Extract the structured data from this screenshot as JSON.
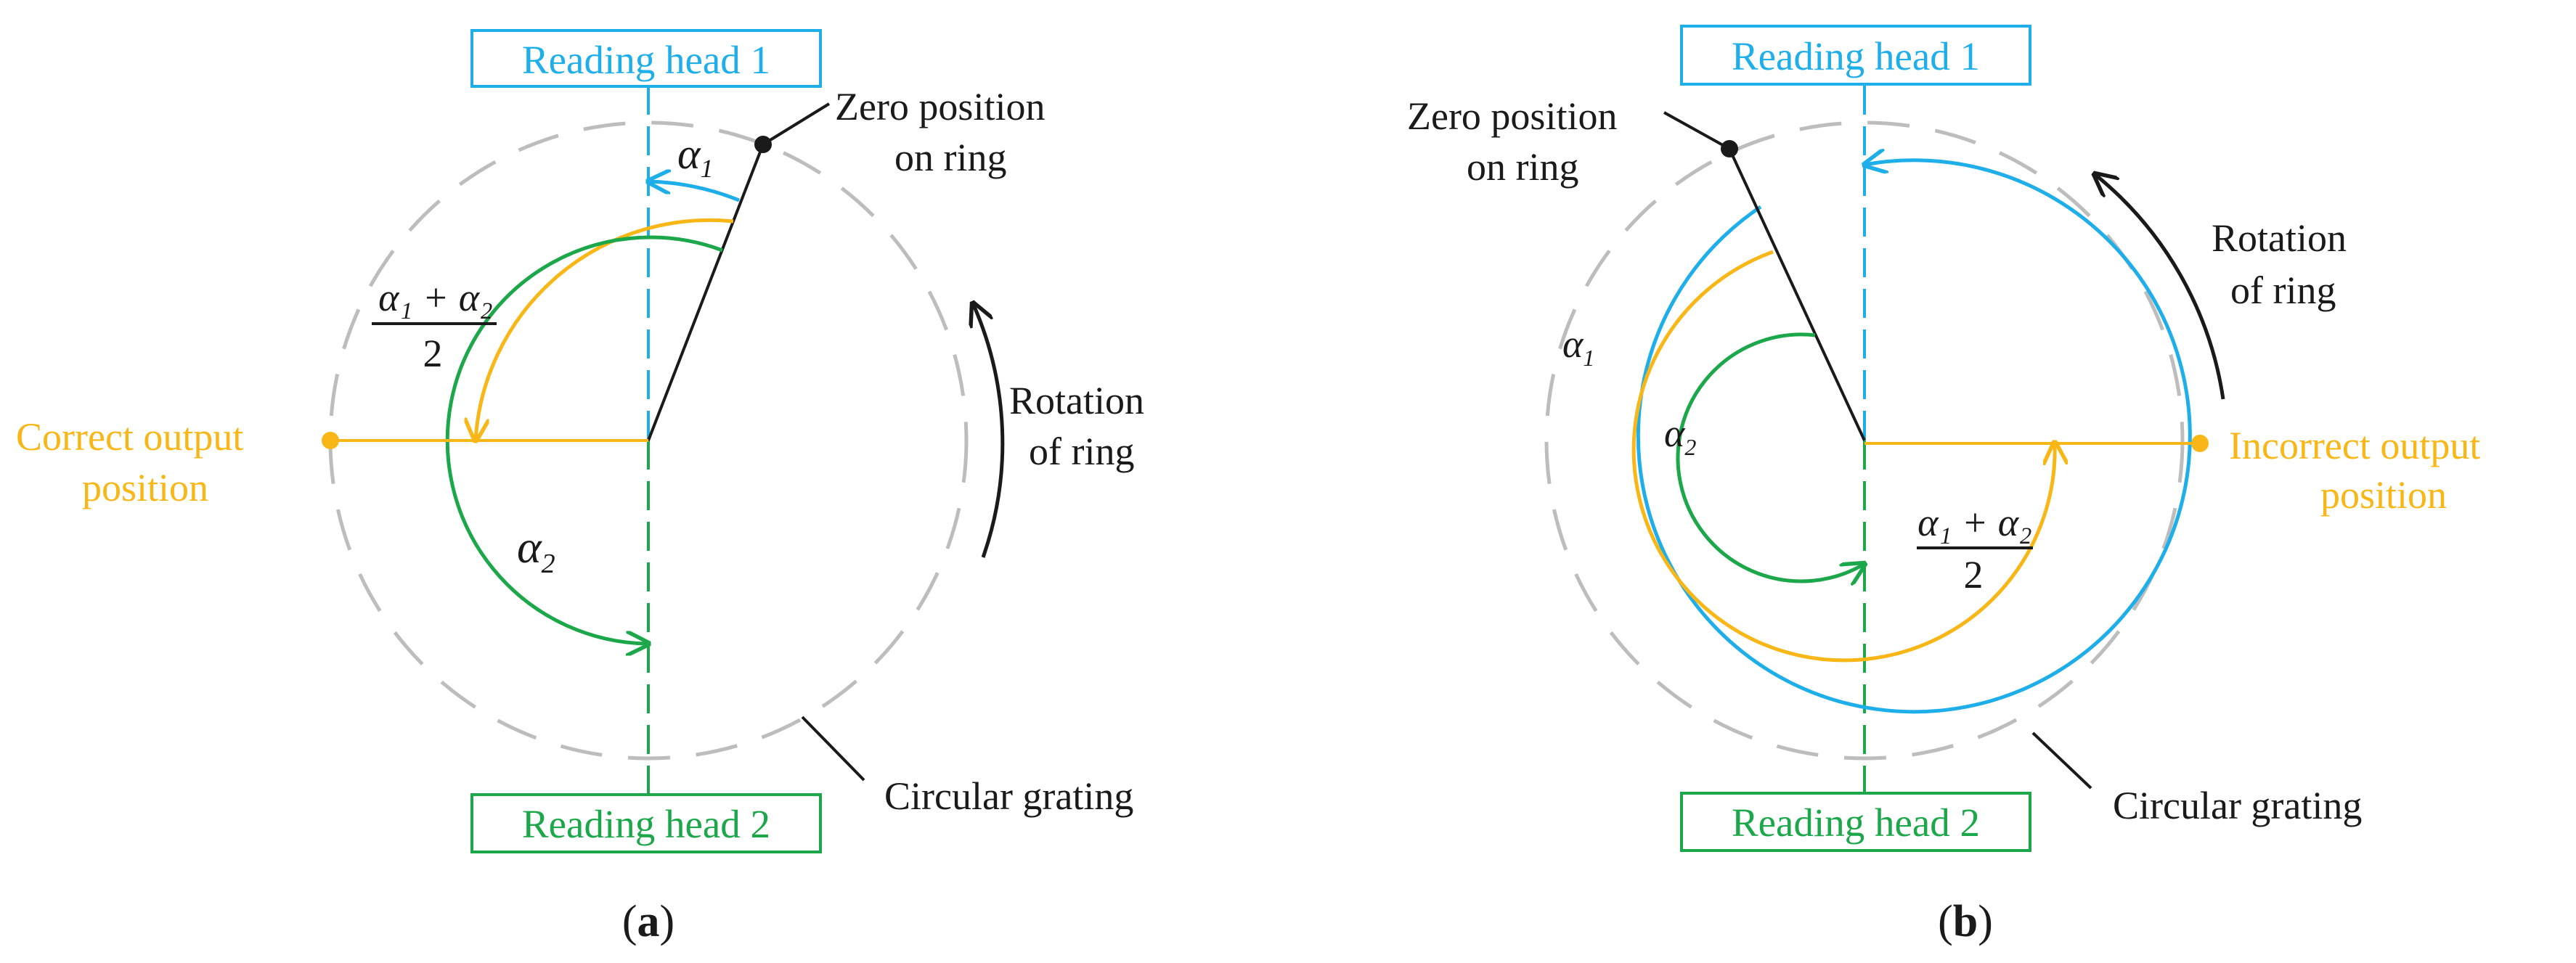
{
  "colors": {
    "head1": "#1eaeea",
    "head2": "#1ca84a",
    "output": "#f8b716",
    "grating": "#bdbdbd",
    "ink": "#1a1a1a"
  },
  "panel_a": {
    "reading_head_1": "Reading head 1",
    "reading_head_2": "Reading head 2",
    "zero_line1": "Zero position",
    "zero_line2": "on ring",
    "rotation_line1": "Rotation",
    "rotation_line2": "of ring",
    "output_line1": "Correct output",
    "output_line2": "position",
    "grating": "Circular grating",
    "alpha1": "α",
    "alpha1_sub": "1",
    "alpha2": "α",
    "alpha2_sub": "2",
    "fraction_num": "α₁ + α₂",
    "fraction_den": "2",
    "caption_letter": "a"
  },
  "panel_b": {
    "reading_head_1": "Reading head 1",
    "reading_head_2": "Reading head 2",
    "zero_line1": "Zero position",
    "zero_line2": "on ring",
    "rotation_line1": "Rotation",
    "rotation_line2": "of ring",
    "output_line1": "Incorrect output",
    "output_line2": "position",
    "grating": "Circular grating",
    "alpha1": "α",
    "alpha1_sub": "1",
    "alpha2": "α",
    "alpha2_sub": "2",
    "fraction_num": "α₁ + α₂",
    "fraction_den": "2",
    "caption_letter": "b"
  }
}
